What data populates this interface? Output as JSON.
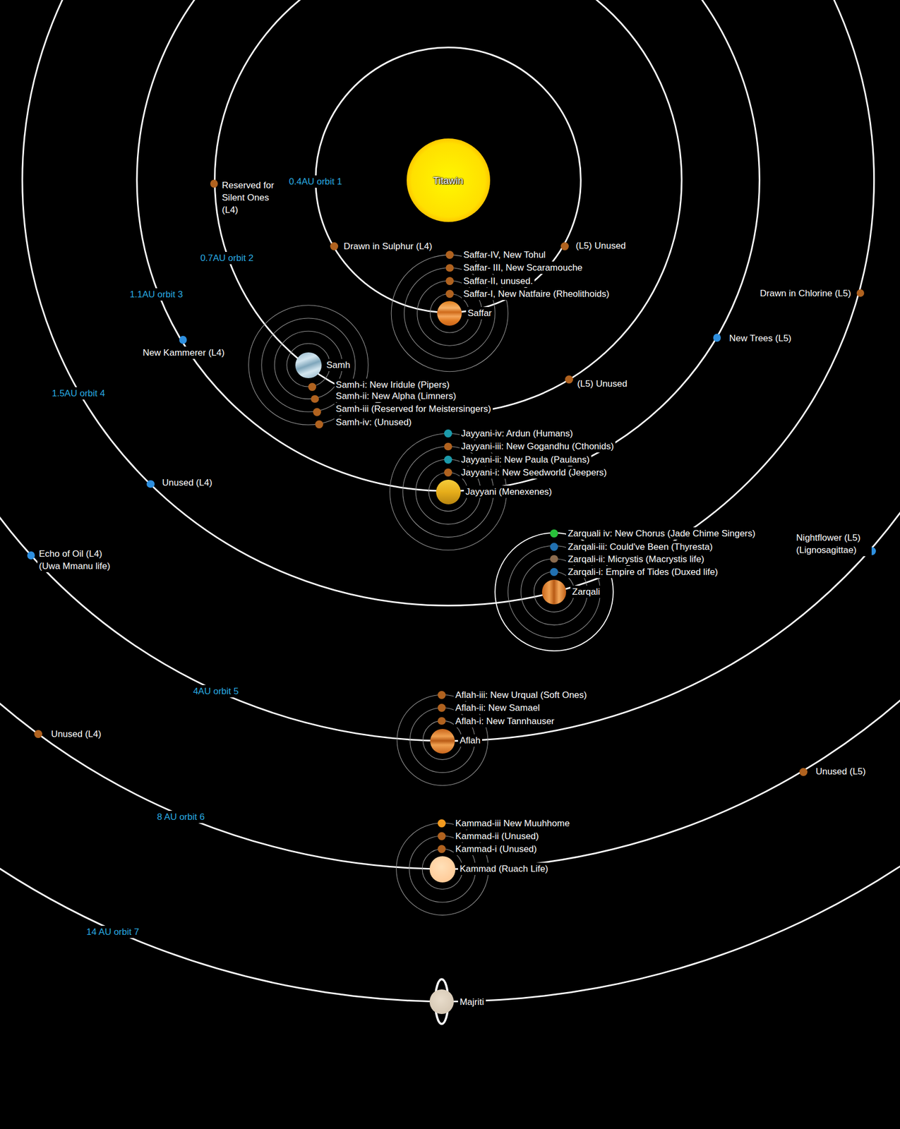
{
  "diagram": {
    "nodes": [
      {
        "text": [
          "Titawin"
        ]
      },
      {
        "text": [
          "Reserved for Silent Ones (L4)"
        ]
      },
      {
        "text": [
          "Drawn in Sulphur (L4)"
        ]
      },
      {
        "text": [
          "(L5) Unused"
        ]
      },
      {
        "text": [
          "Saffar-IV, New Tohul"
        ]
      },
      {
        "text": [
          "Saffar- III, New Scaramouche"
        ]
      },
      {
        "text": [
          "Saffar-II, unused."
        ]
      },
      {
        "text": [
          "Saffar-I, New Natfaire (Rheolithoids)"
        ]
      },
      {
        "text": [
          "Saffar"
        ]
      },
      {
        "text": [
          "Drawn in Chlorine (L5)"
        ]
      },
      {
        "text": [
          "New Kammerer (L4)"
        ]
      },
      {
        "text": [
          "New Trees (L5)"
        ]
      },
      {
        "text": [
          "Samh"
        ]
      },
      {
        "text": [
          "(L5) Unused"
        ]
      },
      {
        "text": [
          "Samh-i: New Iridule (Pipers)"
        ]
      },
      {
        "text": [
          "Samh-ii: New Alpha (Limners)"
        ]
      },
      {
        "text": [
          "Samh-iii (Reserved for Meistersingers)"
        ]
      },
      {
        "text": [
          "Samh-iv: (Unused)"
        ]
      },
      {
        "text": [
          "Jayyani-iv: Ardun (Humans)"
        ]
      },
      {
        "text": [
          "Jayyani-iii: New Gogandhu (Cthonids)"
        ]
      },
      {
        "text": [
          "Jayyani-ii: New Paula (Paulans)"
        ]
      },
      {
        "text": [
          "Jayyani-i: New Seedworld (Jeepers)"
        ]
      },
      {
        "text": [
          "Jayyani (Menexenes)"
        ]
      },
      {
        "text": [
          "Unused (L4)"
        ]
      },
      {
        "text": [
          "Echo of Oil (L4) (Uwa Mmanu life)"
        ]
      },
      {
        "text": [
          "Nightflower (L5) (Lignosagittae)"
        ]
      },
      {
        "text": [
          "Zarquali iv: New Chorus (Jade Chime Singers)"
        ]
      },
      {
        "text": [
          "Zarqali-iii: Could've Been (Thyresta)"
        ]
      },
      {
        "text": [
          "Zarqali-ii: Micrystis (Macrystis life)"
        ]
      },
      {
        "text": [
          "Zarqali-i: Empire of Tides (Duxed life)"
        ]
      },
      {
        "text": [
          "Zarqali"
        ]
      },
      {
        "text": [
          "Aflah-iii: New Urqual (Soft Ones)"
        ]
      },
      {
        "text": [
          "Aflah-ii: New Samael"
        ]
      },
      {
        "text": [
          "Aflah-i: New Tannhauser"
        ]
      },
      {
        "text": [
          "Aflah"
        ]
      },
      {
        "text": [
          "Unused (L4)"
        ]
      },
      {
        "text": [
          "Unused (L5)"
        ]
      },
      {
        "text": [
          "Kammad-iii New Muuhhome"
        ]
      },
      {
        "text": [
          "Kammad-ii (Unused)"
        ]
      },
      {
        "text": [
          "Kammad-i (Unused)"
        ]
      },
      {
        "text": [
          "Kammad (Ruach Life)"
        ]
      },
      {
        "text": [
          "Majriti"
        ]
      }
    ],
    "labels": [
      "0.4AU orbit 1",
      "0.7AU orbit 2",
      "1.1AU orbit 3",
      "1.5AU orbit 4",
      "4AU orbit 5",
      "8 AU orbit 6",
      "14 AU orbit 7"
    ]
  }
}
